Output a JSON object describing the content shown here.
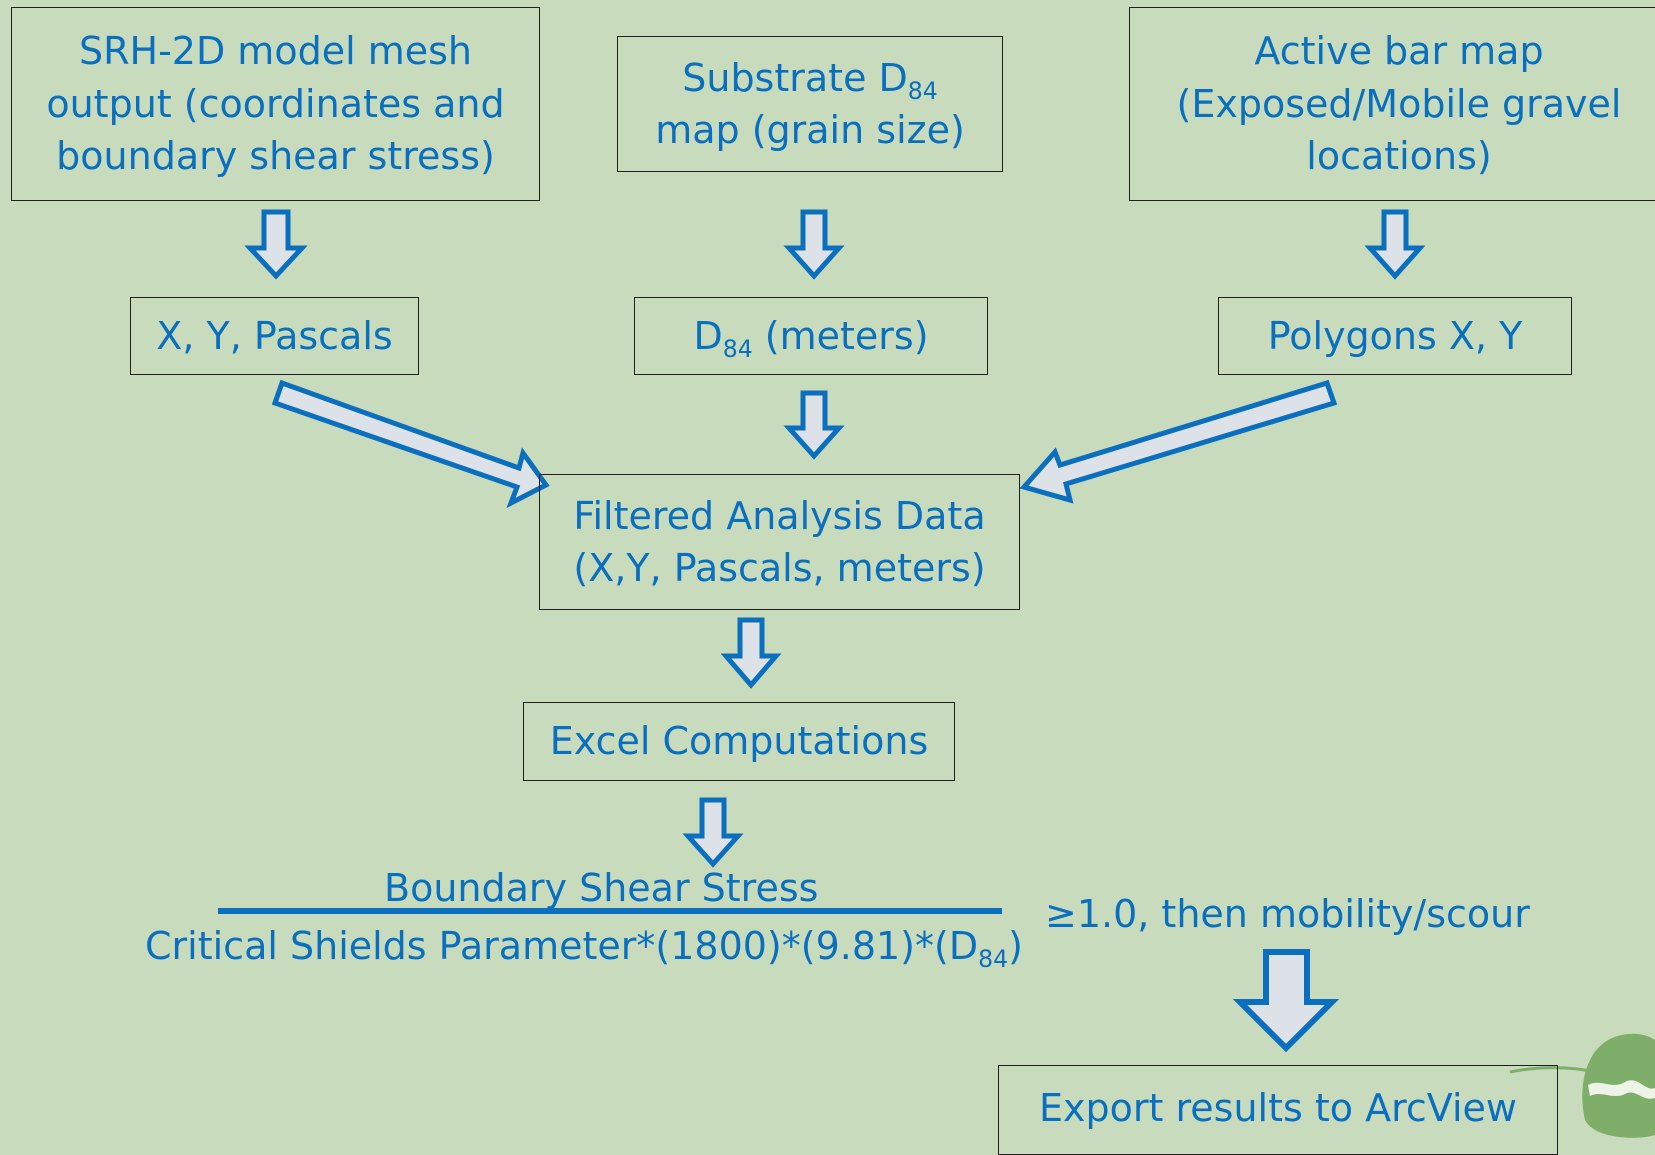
{
  "source_boxes": {
    "mesh": {
      "line1": "SRH-2D model mesh",
      "line2": "output (coordinates and",
      "line3": "boundary shear stress)"
    },
    "substrate": {
      "line1_prefix": "Substrate D",
      "line1_sub": "84",
      "line2": "map (grain size)"
    },
    "bar": {
      "line1": "Active bar map",
      "line2": "(Exposed/Mobile gravel",
      "line3": "locations)"
    }
  },
  "intermediate_boxes": {
    "xy_pascals": "X, Y, Pascals",
    "d84": {
      "prefix": "D",
      "sub": "84",
      "suffix": " (meters)"
    },
    "polygons": "Polygons X, Y"
  },
  "filtered": {
    "line1": "Filtered Analysis Data",
    "line2": "(X,Y, Pascals, meters)"
  },
  "excel": "Excel Computations",
  "formula": {
    "numerator": "Boundary Shear Stress",
    "denominator_prefix": "Critical Shields Parameter*(1800)*(9.81)*(D",
    "denominator_sub": "84",
    "denominator_suffix": ")",
    "condition": "≥1.0, then mobility/scour"
  },
  "export": "Export results to ArcView",
  "colors": {
    "background": "#c8dcbd",
    "text": "#0a6fbe",
    "arrow_stroke": "#0a6fbe",
    "arrow_fill": "#dde1e8",
    "box_border": "#1f1f1f",
    "logo": "#7fae6a"
  }
}
